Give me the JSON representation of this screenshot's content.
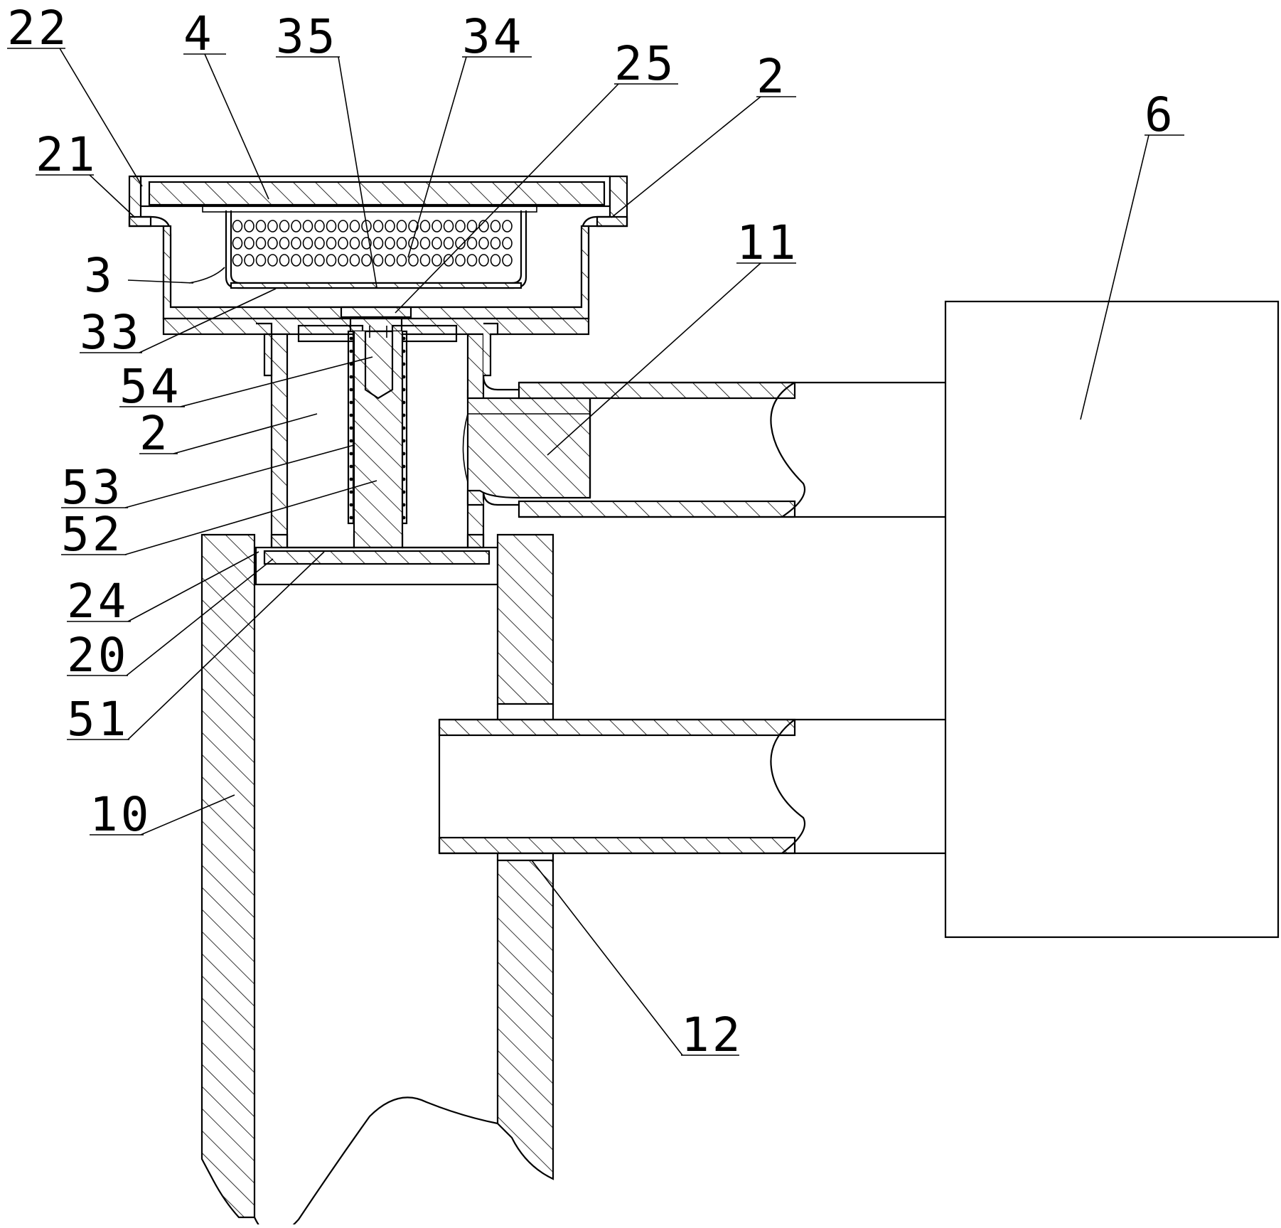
{
  "labels": {
    "l22": "22",
    "l4": "4",
    "l35": "35",
    "l34": "34",
    "l25": "25",
    "l2_top": "2",
    "l6": "6",
    "l21": "21",
    "l11": "11",
    "l3": "3",
    "l33": "33",
    "l54": "54",
    "l2_mid": "2",
    "l53": "53",
    "l52": "52",
    "l24": "24",
    "l20": "20",
    "l51": "51",
    "l10": "10",
    "l12": "12"
  }
}
